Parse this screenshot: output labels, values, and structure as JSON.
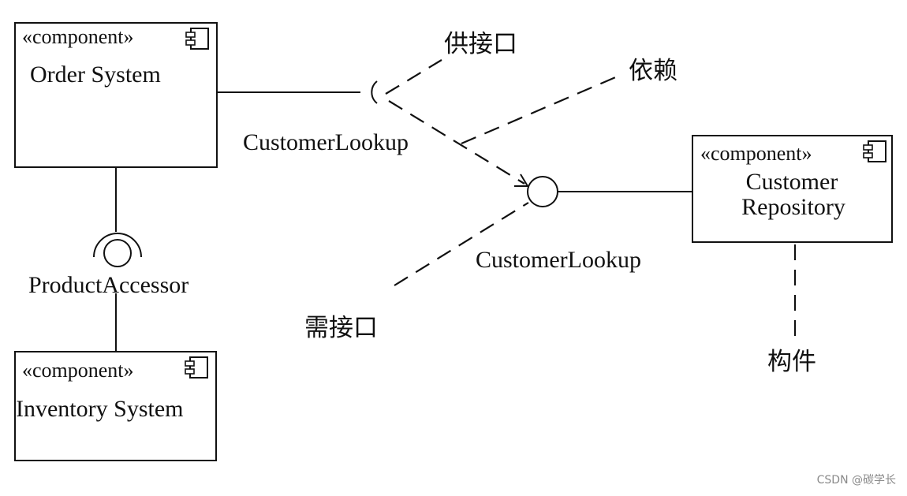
{
  "components": {
    "order_system": {
      "stereotype": "«component»",
      "name": "Order System"
    },
    "inventory_system": {
      "stereotype": "«component»",
      "name": "Inventory System"
    },
    "customer_repository": {
      "stereotype": "«component»",
      "name_line1": "Customer",
      "name_line2": "Repository"
    }
  },
  "interfaces": {
    "product_accessor": "ProductAccessor",
    "customer_lookup_required": "CustomerLookup",
    "customer_lookup_provided": "CustomerLookup"
  },
  "annotations": {
    "provided_interface": "供接口",
    "dependency": "依赖",
    "required_interface": "需接口",
    "component": "构件"
  },
  "watermark": "CSDN @碳学长"
}
